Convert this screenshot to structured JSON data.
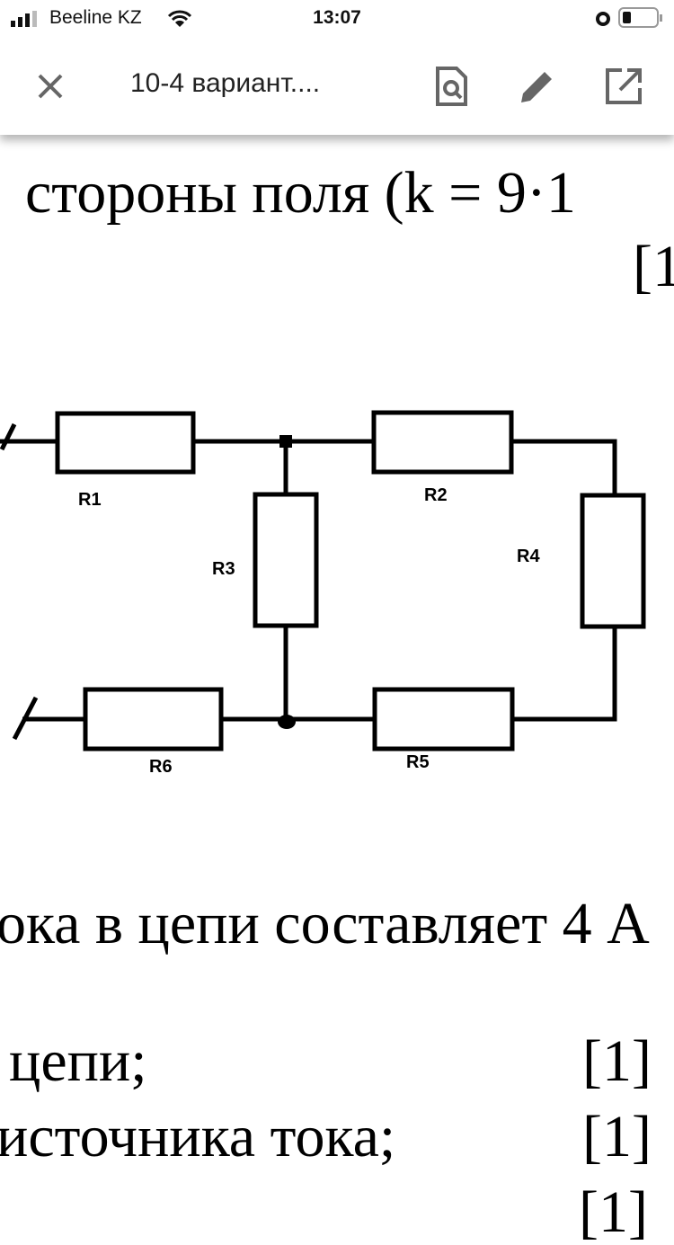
{
  "status_bar": {
    "carrier": "Beeline KZ",
    "time": "13:07"
  },
  "toolbar": {
    "title": "10-4 вариант...."
  },
  "document": {
    "line1": "стороны  поля  (k  =  9·1",
    "line1_mark": "[1",
    "line2": "ока в цепи составляет 4 А",
    "item1": "цепи;",
    "item1_mark": "[1]",
    "item2": "источника тока;",
    "item2_mark": "[1]",
    "item3_mark": "[1]"
  },
  "circuit": {
    "labels": [
      "R1",
      "R2",
      "R3",
      "R4",
      "R5",
      "R6"
    ]
  }
}
